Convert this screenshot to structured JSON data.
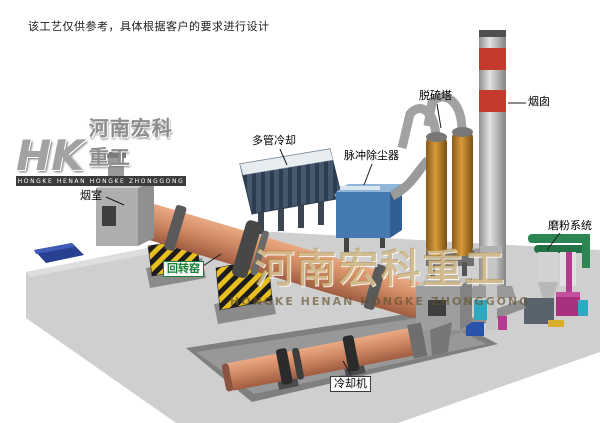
{
  "disclaimer": "该工艺仅供参考，具体根据客户的要求进行设计",
  "logo": {
    "monogram": "HK",
    "company_cn": "河南宏科重工",
    "company_en": "HONGKE HENAN HONGKE ZHONGGONG"
  },
  "watermark": {
    "company_cn": "河南宏科重工",
    "company_en": "HONGKE HENAN HONGKE ZHONGGONG"
  },
  "equipment_labels": {
    "smoke_chamber": "烟室",
    "multi_tube_cooler": "多管冷却",
    "pulse_dust_collector": "脉冲除尘器",
    "desulfurization_tower": "脱硫塔",
    "chimney": "烟囱",
    "grinding_system": "磨粉系统",
    "rotary_kiln": "回转窑",
    "cooling_machine": "冷却机"
  },
  "colors": {
    "kiln_shell": "#d08a64",
    "dust_collector": "#4479b2",
    "desulfurization_tower": "#d89a3a",
    "chimney_band": "#c43a2c",
    "hazard_yellow": "#e8bf1e",
    "ground": "#cfcfcf",
    "watermark": "#b28b3e",
    "grinding_green": "#2c8552",
    "grinding_magenta": "#a8307f"
  }
}
